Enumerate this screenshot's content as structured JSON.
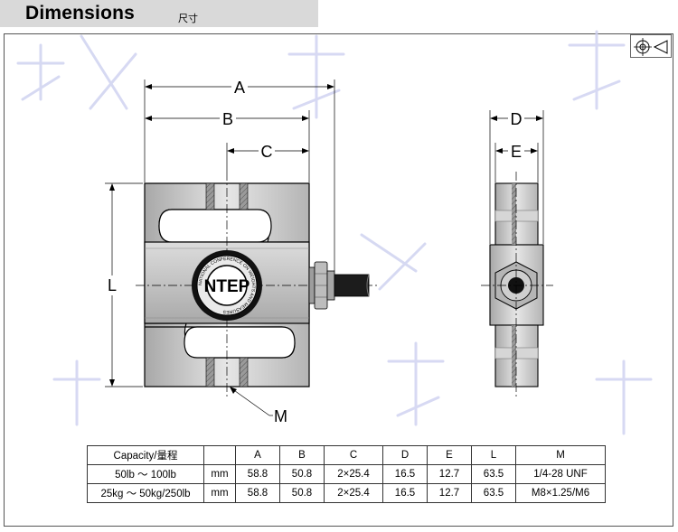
{
  "header": {
    "title": "Dimensions",
    "subtitle": "尺寸"
  },
  "drawing": {
    "labels": {
      "a": "A",
      "b": "B",
      "c": "C",
      "d": "D",
      "e": "E",
      "l": "L",
      "m": "M"
    },
    "logo_text": "NTEP",
    "logo_ring_text": "NATIONAL CONFERENCE ON WEIGHTS AND MEASURES"
  },
  "table": {
    "header": [
      "Capacity/量程",
      "",
      "A",
      "B",
      "C",
      "D",
      "E",
      "L",
      "M"
    ],
    "rows": [
      [
        "50lb ～ 100lb",
        "mm",
        "58.8",
        "50.8",
        "2×25.4",
        "16.5",
        "12.7",
        "63.5",
        "1/4-28 UNF"
      ],
      [
        "25kg ～ 50kg/250lb",
        "mm",
        "58.8",
        "50.8",
        "2×25.4",
        "16.5",
        "12.7",
        "63.5",
        "M8×1.25/M6"
      ]
    ]
  },
  "colors": {
    "header_bg": "#d9d9d9",
    "metal": "#c9c9c9",
    "watermark": "#c8c8ee"
  }
}
